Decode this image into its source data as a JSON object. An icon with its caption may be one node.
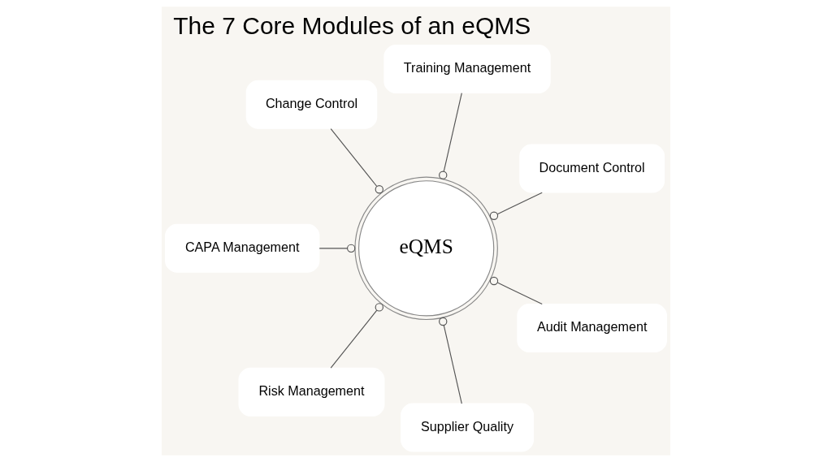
{
  "diagram": {
    "title": "The 7 Core Modules of an eQMS",
    "nodes": [
      {
        "text": [
          "eQMS"
        ]
      },
      {
        "text": [
          "Document Control"
        ]
      },
      {
        "text": [
          "Training Management"
        ]
      },
      {
        "text": [
          "Change Control"
        ]
      },
      {
        "text": [
          "CAPA Management"
        ]
      },
      {
        "text": [
          "Risk Management"
        ]
      },
      {
        "text": [
          "Supplier Quality"
        ]
      },
      {
        "text": [
          "Audit Management"
        ]
      }
    ],
    "edges": [
      {
        "from": 0,
        "to": 1,
        "arrow": "other"
      },
      {
        "from": 0,
        "to": 2,
        "arrow": "other"
      },
      {
        "from": 0,
        "to": 3,
        "arrow": "other"
      },
      {
        "from": 0,
        "to": 4,
        "arrow": "other"
      },
      {
        "from": 0,
        "to": 5,
        "arrow": "other"
      },
      {
        "from": 0,
        "to": 6,
        "arrow": "other"
      },
      {
        "from": 0,
        "to": 7,
        "arrow": "other"
      }
    ]
  }
}
